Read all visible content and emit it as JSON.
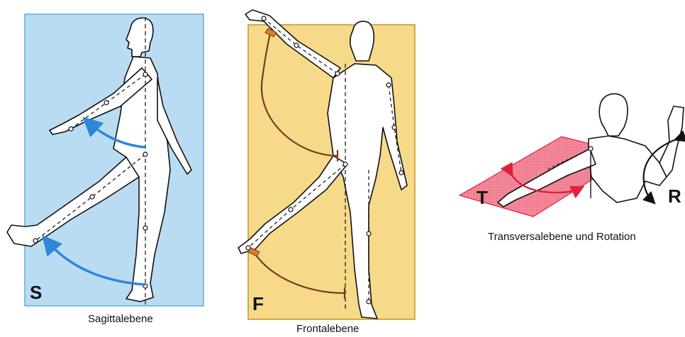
{
  "panels": [
    {
      "id": "sagittal",
      "letter": "S",
      "caption": "Sagittalebene",
      "plane_color": "#b9dcf2",
      "arc_color": "#2f86d8"
    },
    {
      "id": "frontal",
      "letter": "F",
      "caption": "Frontalebene",
      "plane_color": "#f7d98a",
      "arc_color": "#7a3b1e"
    },
    {
      "id": "transversal",
      "letter": "T",
      "caption": "Transversalebene und Rotation",
      "plane_color": "#f07a8c",
      "arc_color": "#e02040"
    }
  ],
  "rotation_letter": "R"
}
